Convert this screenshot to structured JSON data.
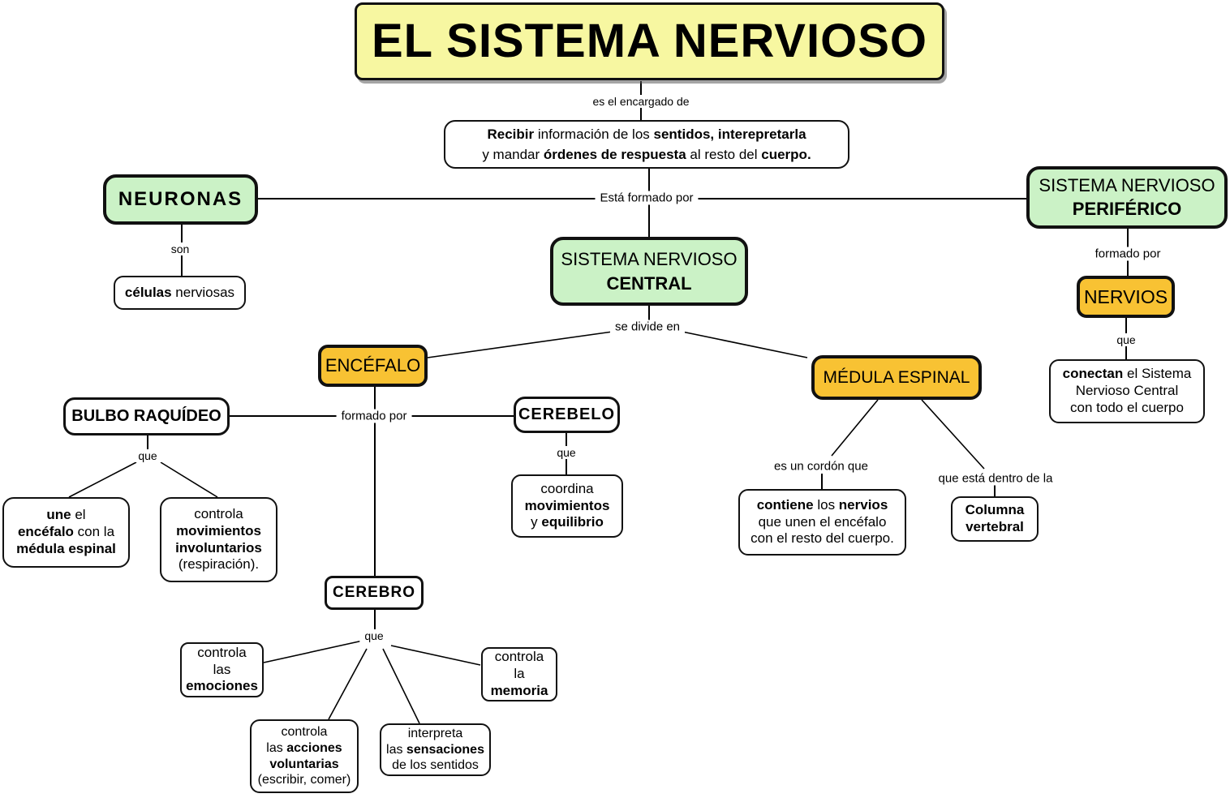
{
  "colors": {
    "yellow": "#F7F7A1",
    "green": "#CBF2C6",
    "orange": "#F8C233",
    "line": "#000000",
    "border": "#111111"
  },
  "nodes": {
    "titulo": {
      "text": "EL SISTEMA NERVIOSO"
    },
    "descripcion": {
      "l1s1": "Recibir",
      "l1s2": " información de los ",
      "l1s3": "sentidos, interepretarla",
      "l2s1": "y mandar ",
      "l2s2": "órdenes de respuesta",
      "l2s3": " al resto del ",
      "l2s4": "cuerpo."
    },
    "neuronas": {
      "text": "NEURONAS"
    },
    "celulas": {
      "s1": "células",
      "s2": " nerviosas"
    },
    "snp": {
      "l1": "SISTEMA NERVIOSO",
      "l2": "PERIFÉRICO"
    },
    "snc": {
      "l1": "SISTEMA NERVIOSO",
      "l2": "CENTRAL"
    },
    "nervios": {
      "text": "NERVIOS"
    },
    "conectan": {
      "l1s1": "conectan",
      "l1s2": " el Sistema",
      "l2": "Nervioso Central",
      "l3": "con todo el cuerpo"
    },
    "encefalo": {
      "text": "ENCÉFALO"
    },
    "medula": {
      "text": "MÉDULA ESPINAL"
    },
    "bulbo": {
      "text": "BULBO RAQUÍDEO"
    },
    "cerebelo": {
      "text": "CEREBELO"
    },
    "une": {
      "l1s1": "une",
      "l1s2": " el",
      "l2s1": "encéfalo",
      "l2s2": " con la",
      "l3s1": "médula espinal"
    },
    "involuntarios": {
      "l1": "controla",
      "l2": "movimientos",
      "l3": "involuntarios",
      "l4": "(respiración)."
    },
    "coordina": {
      "l1": "coordina",
      "l2": "movimientos",
      "l3s1": "y ",
      "l3s2": "equilibrio"
    },
    "contiene": {
      "l1s1": "contiene",
      "l1s2": " los ",
      "l1s3": "nervios",
      "l2": "que unen el encéfalo",
      "l3": "con el resto del cuerpo."
    },
    "columna": {
      "l1": "Columna",
      "l2": "vertebral"
    },
    "cerebro": {
      "text": "CEREBRO"
    },
    "emociones": {
      "l1": "controla",
      "l2": "las",
      "l3": "emociones"
    },
    "acciones": {
      "l1": "controla",
      "l2s1": "las ",
      "l2s2": "acciones",
      "l3": "voluntarias",
      "l4": "(escribir, comer)"
    },
    "interpreta": {
      "l1": "interpreta",
      "l2s1": "las ",
      "l2s2": "sensaciones",
      "l3": "de los sentidos"
    },
    "memoria": {
      "l1": "controla",
      "l2": "la",
      "l3": "memoria"
    }
  },
  "labels": {
    "encargado": "es el encargado de",
    "esta_formado": "Está formado por",
    "son": "son",
    "formado_por_snp": "formado por",
    "que_nervios": "que",
    "se_divide": "se divide en",
    "formado_por_encefalo": "formado por",
    "que_bulbo": "que",
    "que_cerebelo": "que",
    "es_un_cordon": "es un cordón que",
    "que_dentro": "que está dentro de la",
    "que_cerebro": "que"
  }
}
